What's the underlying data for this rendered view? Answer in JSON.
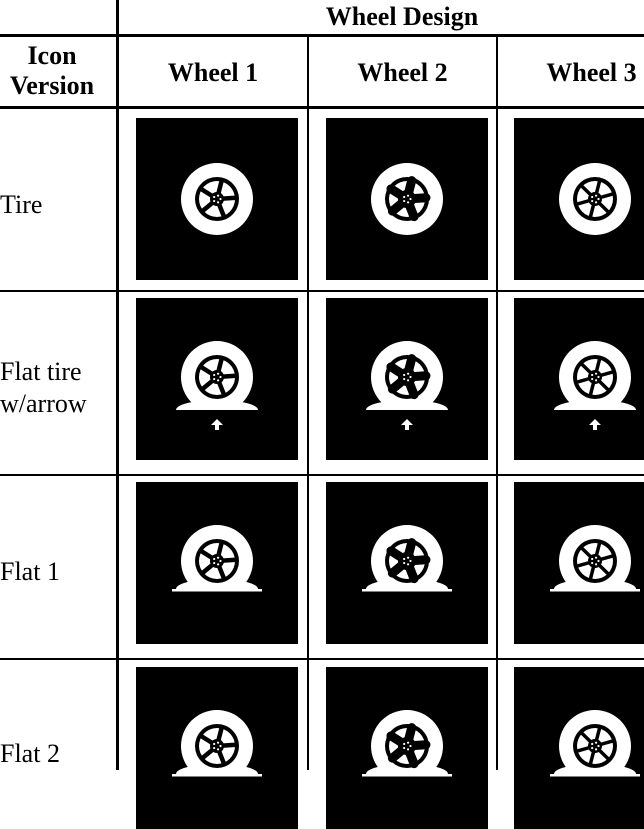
{
  "table": {
    "group_header": "Wheel Design",
    "row_header_lines": [
      "Icon",
      "Version"
    ],
    "columns": [
      "Wheel 1",
      "Wheel 2",
      "Wheel 3"
    ],
    "wheel_styles": [
      "five-spoke-thin",
      "five-spoke-wide",
      "six-spoke"
    ],
    "rows": [
      {
        "label_lines": [
          "Tire"
        ],
        "icon_variant": "tire"
      },
      {
        "label_lines": [
          "Flat tire",
          "w/arrow"
        ],
        "icon_variant": "flat-tire-with-arrow"
      },
      {
        "label_lines": [
          "Flat 1"
        ],
        "icon_variant": "flat-1"
      },
      {
        "label_lines": [
          "Flat 2"
        ],
        "icon_variant": "flat-2"
      }
    ],
    "colors": {
      "icon_background": "#000000",
      "icon_foreground": "#ffffff",
      "rules": "#000000"
    }
  }
}
